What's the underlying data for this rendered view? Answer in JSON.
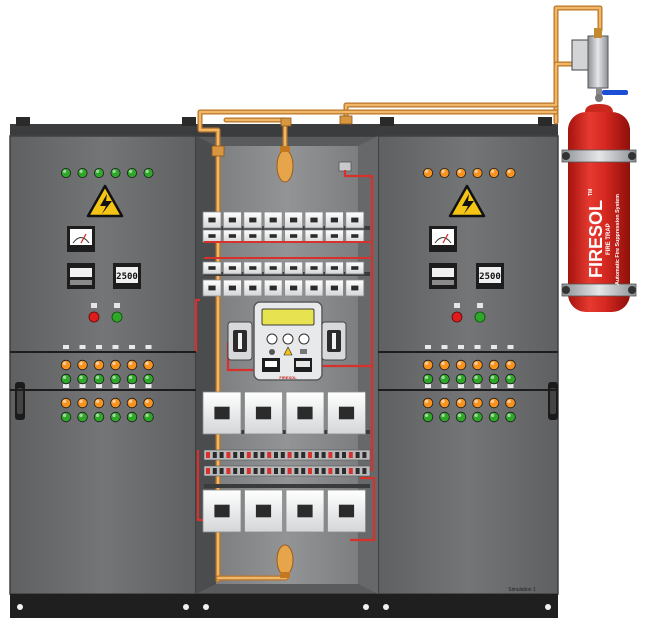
{
  "extinguisher": {
    "brand": "FIRESOL",
    "trademark": "TM",
    "product": "FIRE TRAP",
    "tagline": "Automatic Fire Suppression System"
  },
  "left_panel": {
    "meter_readout": "2500",
    "indicator_led_color": "#2fa82a",
    "status_leds": [
      "red",
      "green"
    ]
  },
  "right_panel": {
    "meter_readout": "2500",
    "indicator_led_color": "#f7931e",
    "status_leds": [
      "red",
      "green"
    ]
  },
  "center_module": {
    "display_text": "",
    "logo_text": "FIRESOL"
  },
  "footer": {
    "credit": "Simulation 1"
  },
  "colors": {
    "cabinet": "#6d6e70",
    "cabinet_dark": "#4f5052",
    "interior": "#8a8b8d",
    "tube": "#e3a24a",
    "cylinder": "#d7261e",
    "wire": "#d8302a",
    "led_green": "#2fa82a",
    "led_orange": "#f7931e"
  },
  "icons": [
    "warning-high-voltage-icon",
    "analog-meter-icon",
    "digital-meter-icon",
    "led-icon",
    "door-handle-icon",
    "pressure-gauge-icon",
    "valve-icon"
  ]
}
